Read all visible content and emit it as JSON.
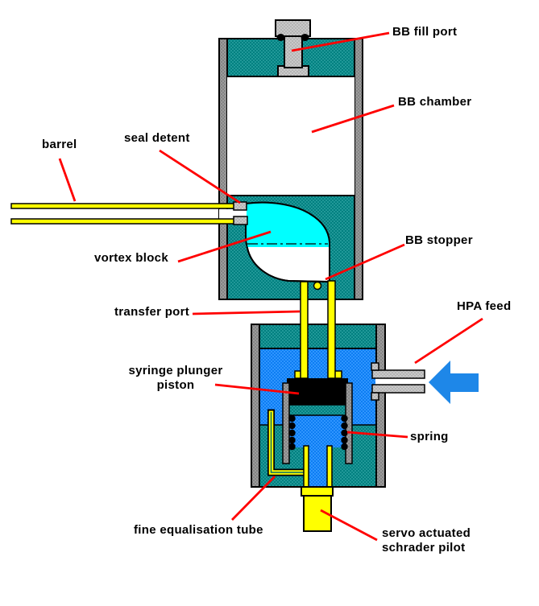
{
  "diagram": {
    "labels": {
      "bb_fill_port": "BB fill port",
      "bb_chamber": "BB chamber",
      "barrel": "barrel",
      "seal_detent": "seal detent",
      "vortex_block": "vortex block",
      "bb_stopper": "BB stopper",
      "transfer_port": "transfer port",
      "hpa_feed": "HPA feed",
      "syringe_plunger_piston": "syringe plunger\npiston",
      "spring": "spring",
      "fine_equalisation_tube": "fine equalisation tube",
      "servo_actuated_schrader_pilot": "servo actuated\nschrader pilot"
    },
    "colors": {
      "body_teal": "#008080",
      "wall_gray": "#8c8c8c",
      "fitting_light_gray": "#c0c0c0",
      "pressure_blue": "#1b85f5",
      "vortex_cyan": "#00ffff",
      "tube_yellow": "#ffff00",
      "piston_black": "#000000",
      "leader_red": "#ff0000",
      "hpa_arrow_blue": "#1e87e8",
      "background": "#ffffff"
    }
  }
}
